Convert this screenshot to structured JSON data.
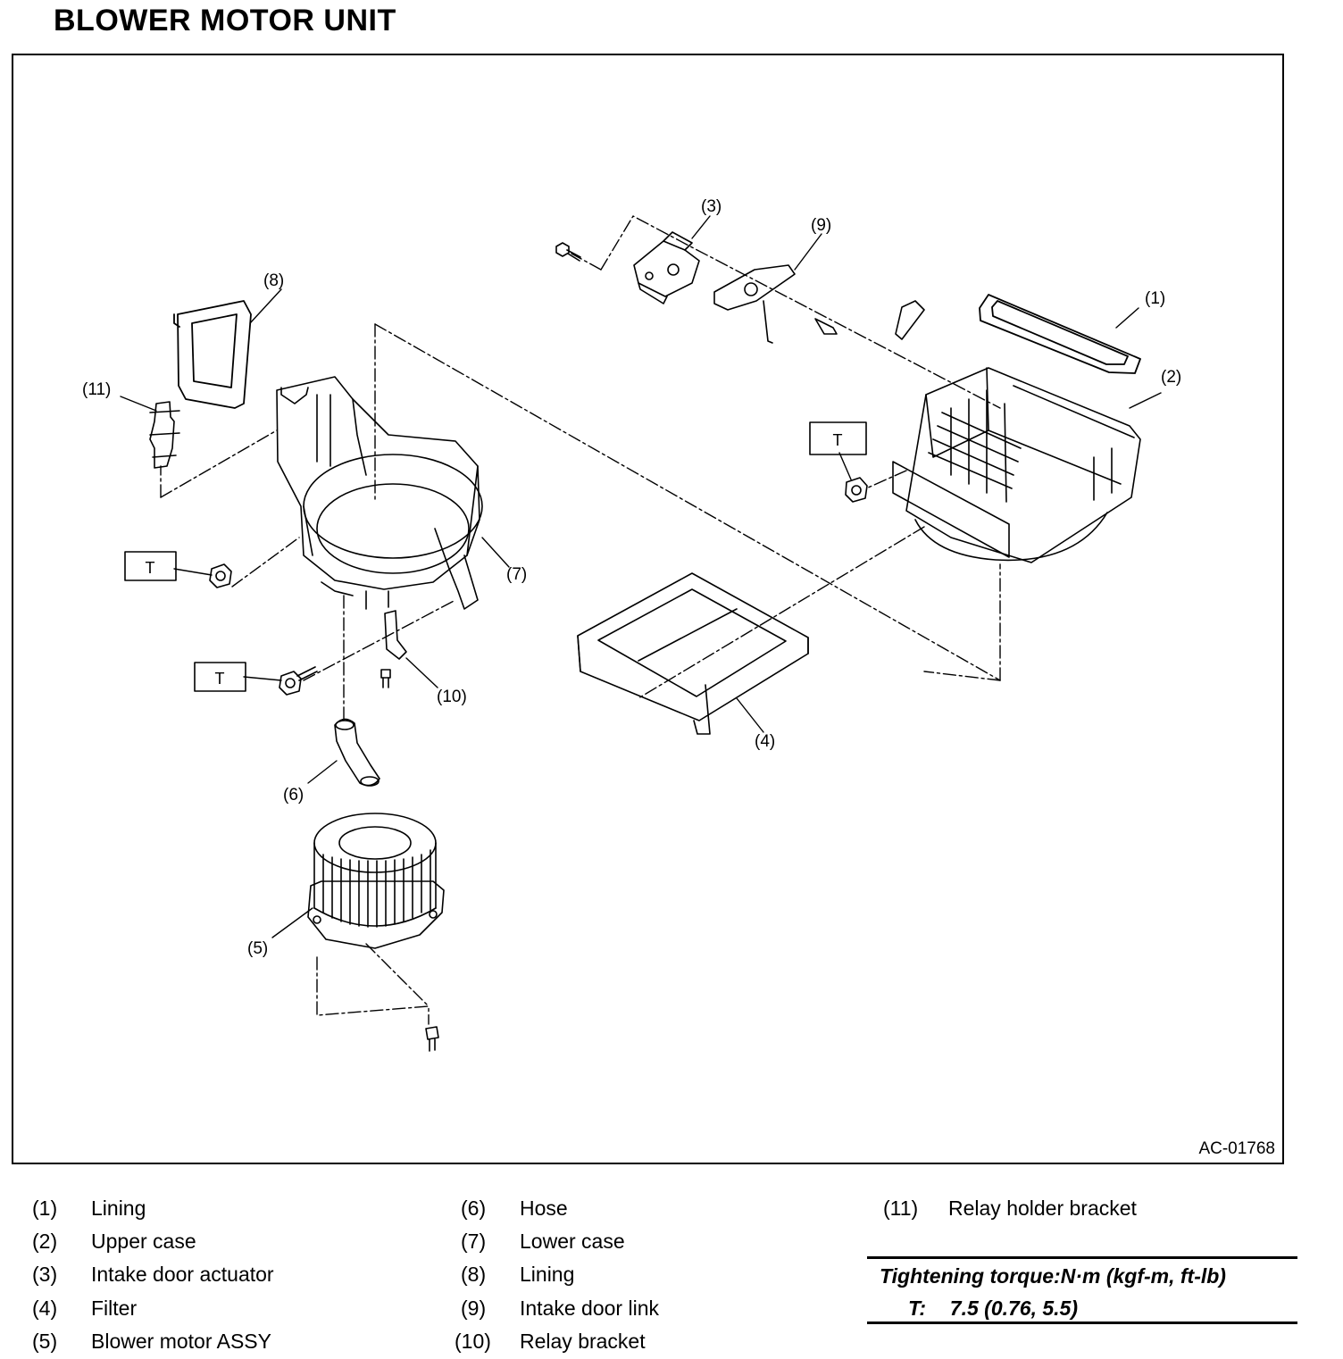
{
  "title": "BLOWER MOTOR UNIT",
  "figure": {
    "code": "AC-01768",
    "callouts": [
      "(1)",
      "(2)",
      "(3)",
      "(4)",
      "(5)",
      "(6)",
      "(7)",
      "(8)",
      "(9)",
      "(10)",
      "(11)"
    ],
    "torque_marker": "T"
  },
  "legend": [
    {
      "num": "(1)",
      "name": "Lining"
    },
    {
      "num": "(2)",
      "name": "Upper case"
    },
    {
      "num": "(3)",
      "name": "Intake door actuator"
    },
    {
      "num": "(4)",
      "name": "Filter"
    },
    {
      "num": "(5)",
      "name": "Blower motor ASSY"
    },
    {
      "num": "(6)",
      "name": "Hose"
    },
    {
      "num": "(7)",
      "name": "Lower case"
    },
    {
      "num": "(8)",
      "name": "Lining"
    },
    {
      "num": "(9)",
      "name": "Intake door link"
    },
    {
      "num": "(10)",
      "name": "Relay bracket"
    },
    {
      "num": "(11)",
      "name": "Relay holder bracket"
    }
  ],
  "torque": {
    "heading": "Tightening torque:N·m (kgf-m, ft-lb)",
    "marker": "T:",
    "value": "7.5 (0.76, 5.5)"
  }
}
